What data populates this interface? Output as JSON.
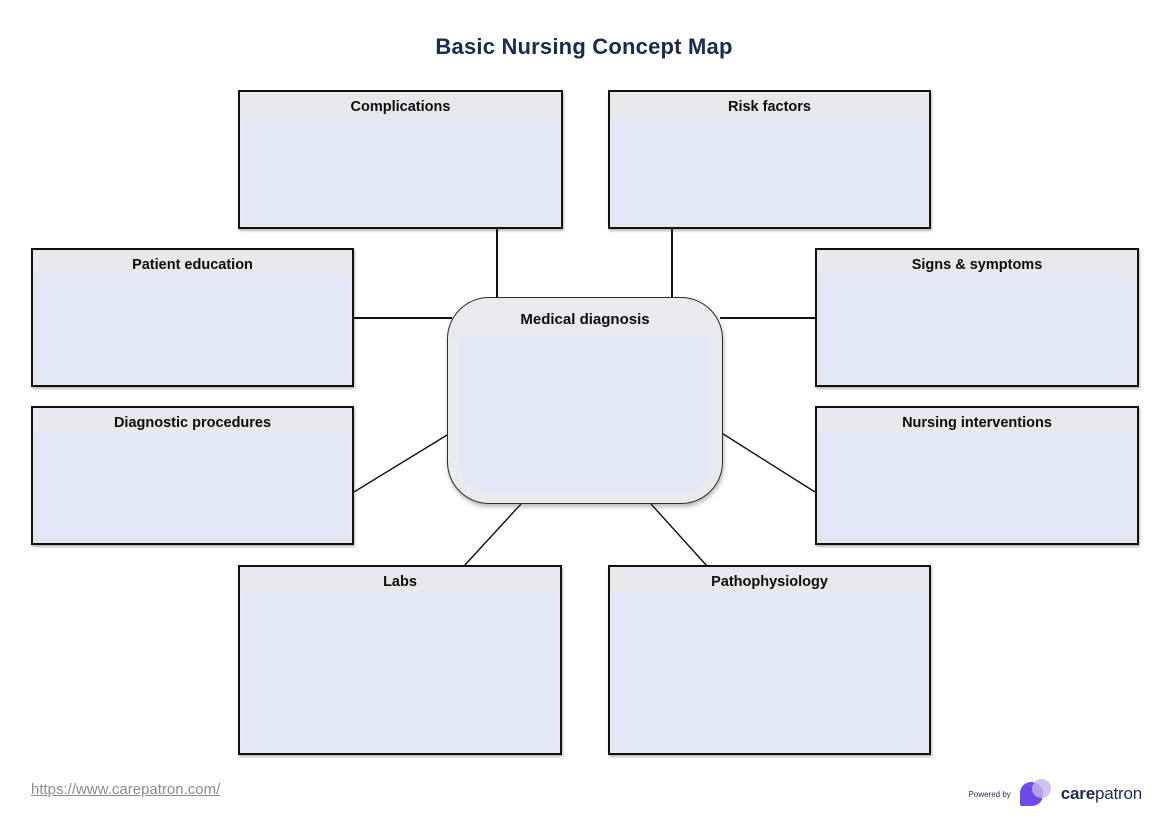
{
  "title": "Basic Nursing Concept Map",
  "map": {
    "center": {
      "label": "Medical diagnosis"
    },
    "nodes": [
      {
        "label": "Complications"
      },
      {
        "label": "Risk factors"
      },
      {
        "label": "Patient education"
      },
      {
        "label": "Signs & symptoms"
      },
      {
        "label": "Diagnostic procedures"
      },
      {
        "label": "Nursing interventions"
      },
      {
        "label": "Labs"
      },
      {
        "label": "Pathophysiology"
      }
    ]
  },
  "footer": {
    "link": "https://www.carepatron.com/",
    "powered_by_label": "Powered by",
    "brand": {
      "bold": "care",
      "regular": "patron"
    }
  },
  "colors": {
    "title_text": "#1a2a50",
    "box_header_bg": "#e7e8eb",
    "box_body_bg": "#e2e7f5",
    "box_border": "#111111",
    "center_outer_bg": "#e9eaee",
    "connector": "#111111",
    "url_text": "#8c8c8c",
    "brand_purple": "#6c4be8",
    "brand_lavender": "#c4b6f0",
    "brand_text": "#1c2b4e"
  }
}
